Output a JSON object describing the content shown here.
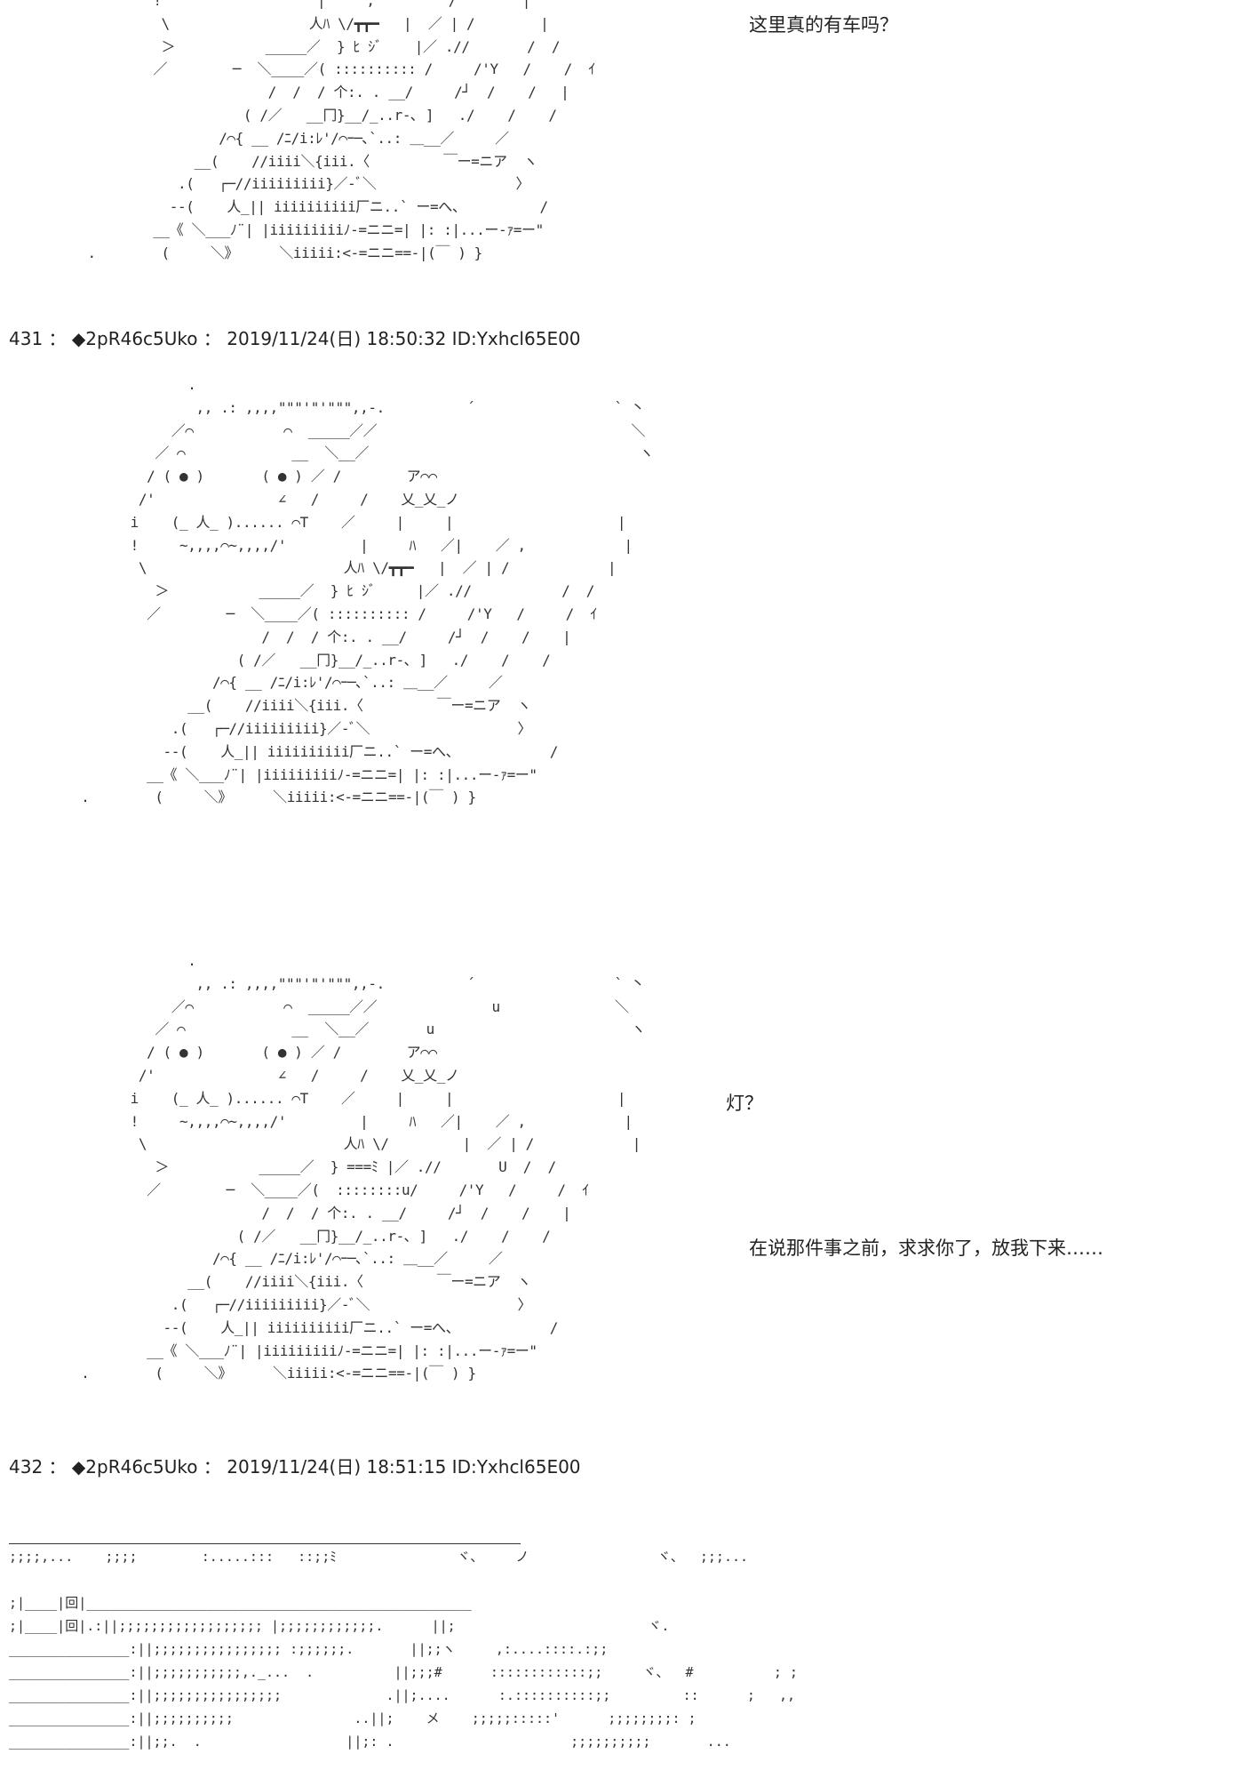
{
  "art": {
    "top_fragment": [
      "          !                   |     ,         /        |",
      "           \\                 人ﾊ \\/┳┳━   |  ／ | /        |",
      "           ＞           _____／  } ﾋ ｼﾞ    |／ .//       /  /",
      "          ／        ─  ＼____／( :::::::::: /     /'Y   /    /  ｲ",
      "                        /  /  / 个:. . __/     /┘  /    /   |",
      "                     ( /／   __冂}__/_..r-､ ]   ./    /    /",
      "                  /⌒{ __ /ﾆ/i:ﾚ'/⌒ｰ─､`..: ＿__／     ／",
      "               __(    //iiii＼{iii.〈         ￣ー=ニア  ヽ",
      "             .(   ┌─//iiiiiiiii}／-ﾞ＼                 〉",
      "            --(    人_|| iiiiiiiiii厂ニ..` ー=へ、         /",
      "          __《 ＼___ﾉ¨| |iiiiiiiiiﾉ-=ニニ=| |: :|...ー‐ｧ=ー\"",
      "  .        (     ＼》     ＼iiiii:<-=ニニ==-|(￣ ) }"
    ],
    "frog_plain": [
      "              .",
      "               ,, .: ,,,,\"\"\"'\"'\"\"\",,-.          ´                 ` 丶",
      "            ／⌒           ⌒  _____／／                               ＼",
      "          ／ ⌒             __  ＼__／                                 ヽ",
      "         / ( ● )       ( ● ) ／ /        ア⌒⌒",
      "        /'               ∠   /     /    乂_乂_ノ",
      "       i    (_ 人_ )...... ⌒T    ／     |     |                    |",
      "       !     ~,,,,⌒~,,,,/'         |     ﾊ   ／|    ／ ,            |",
      "        \\                        人ﾊ \\/┳┳━   |  ／ | /            |",
      "          ＞           _____／  } ﾋ ｼﾞ     |／ .//           /  /",
      "         ／        ─  ＼____／( :::::::::: /     /'Y   /     /  ｲ",
      "                       /  /  / 个:. . __/     /┘  /    /    |",
      "                    ( /／   __冂}__/_..r-､ ]   ./    /    /",
      "                 /⌒{ __ /ﾆ/i:ﾚ'/⌒ｰ─､`..: ＿__／     ／",
      "              __(    //iiii＼{iii.〈         ￣ー=ニア  ヽ",
      "            .(   ┌─//iiiiiiiii}／-ﾞ＼                  〉",
      "           --(    人_|| iiiiiiiiii厂ニ..` ー=へ、           /",
      "         __《 ＼___ﾉ¨| |iiiiiiiiiﾉ-=ニニ=| |: :|...ー‐ｧ=ー\"",
      " .        (     ＼》     ＼iiiii:<-=ニニ==-|(￣ ) }"
    ],
    "frog_sweat": [
      "              .",
      "               ,, .: ,,,,\"\"\"'\"'\"\"\",,-.          ´                 ` 丶",
      "            ／⌒           ⌒  _____／／              u              ＼",
      "          ／ ⌒             __  ＼__／       u                        ヽ",
      "         / ( ● )       ( ● ) ／ /        ア⌒⌒",
      "        /'               ∠   /     /    乂_乂_ノ",
      "       i    (_ 人_ )...... ⌒T    ／     |     |                    |",
      "       !     ~,,,,⌒~,,,,/'         |     ﾊ   ／|    ／ ,            |",
      "        \\                        人ﾊ \\/         |  ／ | /            |",
      "          ＞           _____／  } ===ﾐ |／ .//       U  /  /",
      "         ／        ─  ＼____／(  ::::::::u/     /'Y   /     /  ｲ",
      "                       /  /  / 个:. . __/     /┘  /    /    |",
      "                    ( /／   __冂}__/_..r-､ ]   ./    /    /",
      "                 /⌒{ __ /ﾆ/i:ﾚ'/⌒ｰ─､`..: ＿__／     ／",
      "              __(    //iiii＼{iii.〈         ￣ー=ニア  ヽ",
      "            .(   ┌─//iiiiiiiii}／-ﾞ＼                  〉",
      "           --(    人_|| iiiiiiiiii厂ニ..` ー=へ、           /",
      "         __《 ＼___ﾉ¨| |iiiiiiiiiﾉ-=ニニ=| |: :|...ー‐ｧ=ー\"",
      " .        (     ＼》     ＼iiiii:<-=ニニ==-|(￣ ) }"
    ],
    "corridor": [
      ";;;;,...    ;;;;        :.....:::   ::;;ﾐ               ヾ、    ノ                ヾ、  ;;;...",
      "",
      ";|____|回|________________________________________________",
      ";|____|回|.:||;;;;;;;;;;;;;;;;;; |;;;;;;;;;;;;.      ||;                        ヾ.",
      "_______________:||;;;;;;;;;;;;;;;; :;;;;;;.       ||;;ヽ     ,:....::::.:;;",
      "_______________:||;;;;;;;;;;;,._...  .          ||;;;#      ::::::::::::;;     ヾ、  #          ; ;",
      "_______________:||;;;;;;;;;;;;;;;;             .||;....      :.::::::::::;;         ::      ;   ,,",
      "_______________:||;;;;;;;;;;               ..||;    メ    ;;;;;:::::'      ;;;;;;;;: ;",
      "_______________:||;;.  .                  ||;: .                      ;;;;;;;;;;       ..."
    ]
  },
  "posts": [
    {
      "number": "431",
      "sep": "：",
      "name": "◆2pR46c5Uko",
      "date": "2019/11/24(日) 18:50:32",
      "id": "ID:Yxhcl65E00"
    },
    {
      "number": "432",
      "sep": "：",
      "name": "◆2pR46c5Uko",
      "date": "2019/11/24(日) 18:51:15",
      "id": "ID:Yxhcl65E00"
    }
  ],
  "dialogue": {
    "line1": "这里真的有车吗？",
    "line2": "灯？",
    "line3": "在说那件事之前，求求你了，放我下来……"
  }
}
